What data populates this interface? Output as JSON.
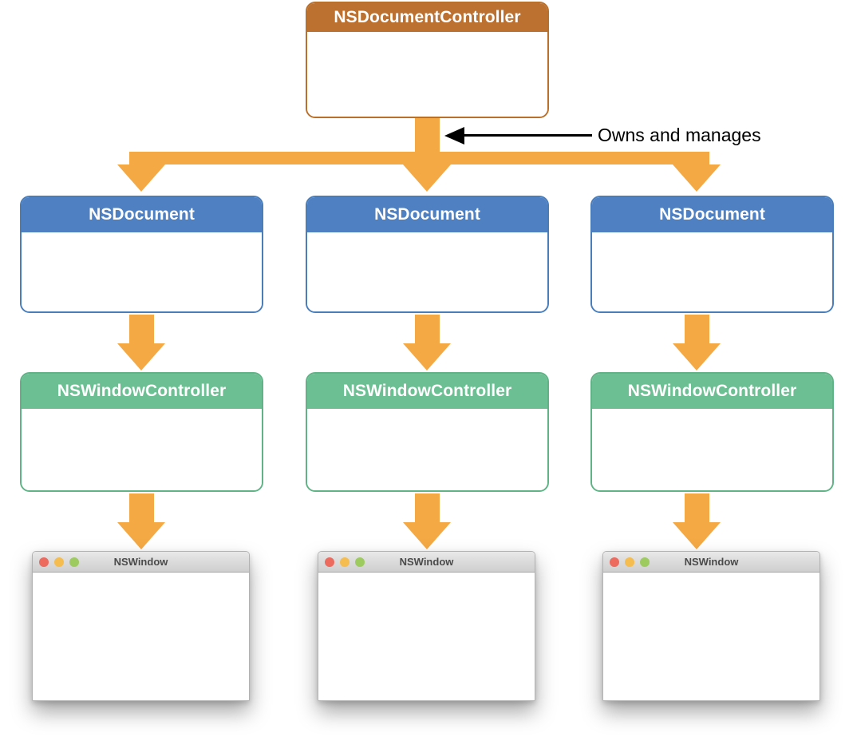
{
  "diagram": {
    "title": "NSDocumentController ownership hierarchy",
    "colors": {
      "controller_header": "#bd7130",
      "controller_border": "#b9702b",
      "document_header": "#4e80c2",
      "document_border": "#4a7ebb",
      "windowcontroller_header": "#6cbf92",
      "windowcontroller_border": "#5fb386",
      "arrow": "#f5a944",
      "annotation": "#000000",
      "background": "#ffffff"
    },
    "controller": {
      "label": "NSDocumentController"
    },
    "annotation": {
      "label": "Owns and manages"
    },
    "columns": [
      {
        "document": {
          "label": "NSDocument"
        },
        "window_controller": {
          "label": "NSWindowController"
        },
        "window": {
          "title": "NSWindow",
          "traffic_lights": [
            "close",
            "minimize",
            "zoom"
          ]
        }
      },
      {
        "document": {
          "label": "NSDocument"
        },
        "window_controller": {
          "label": "NSWindowController"
        },
        "window": {
          "title": "NSWindow",
          "traffic_lights": [
            "close",
            "minimize",
            "zoom"
          ]
        }
      },
      {
        "document": {
          "label": "NSDocument"
        },
        "window_controller": {
          "label": "NSWindowController"
        },
        "window": {
          "title": "NSWindow",
          "traffic_lights": [
            "close",
            "minimize",
            "zoom"
          ]
        }
      }
    ]
  }
}
